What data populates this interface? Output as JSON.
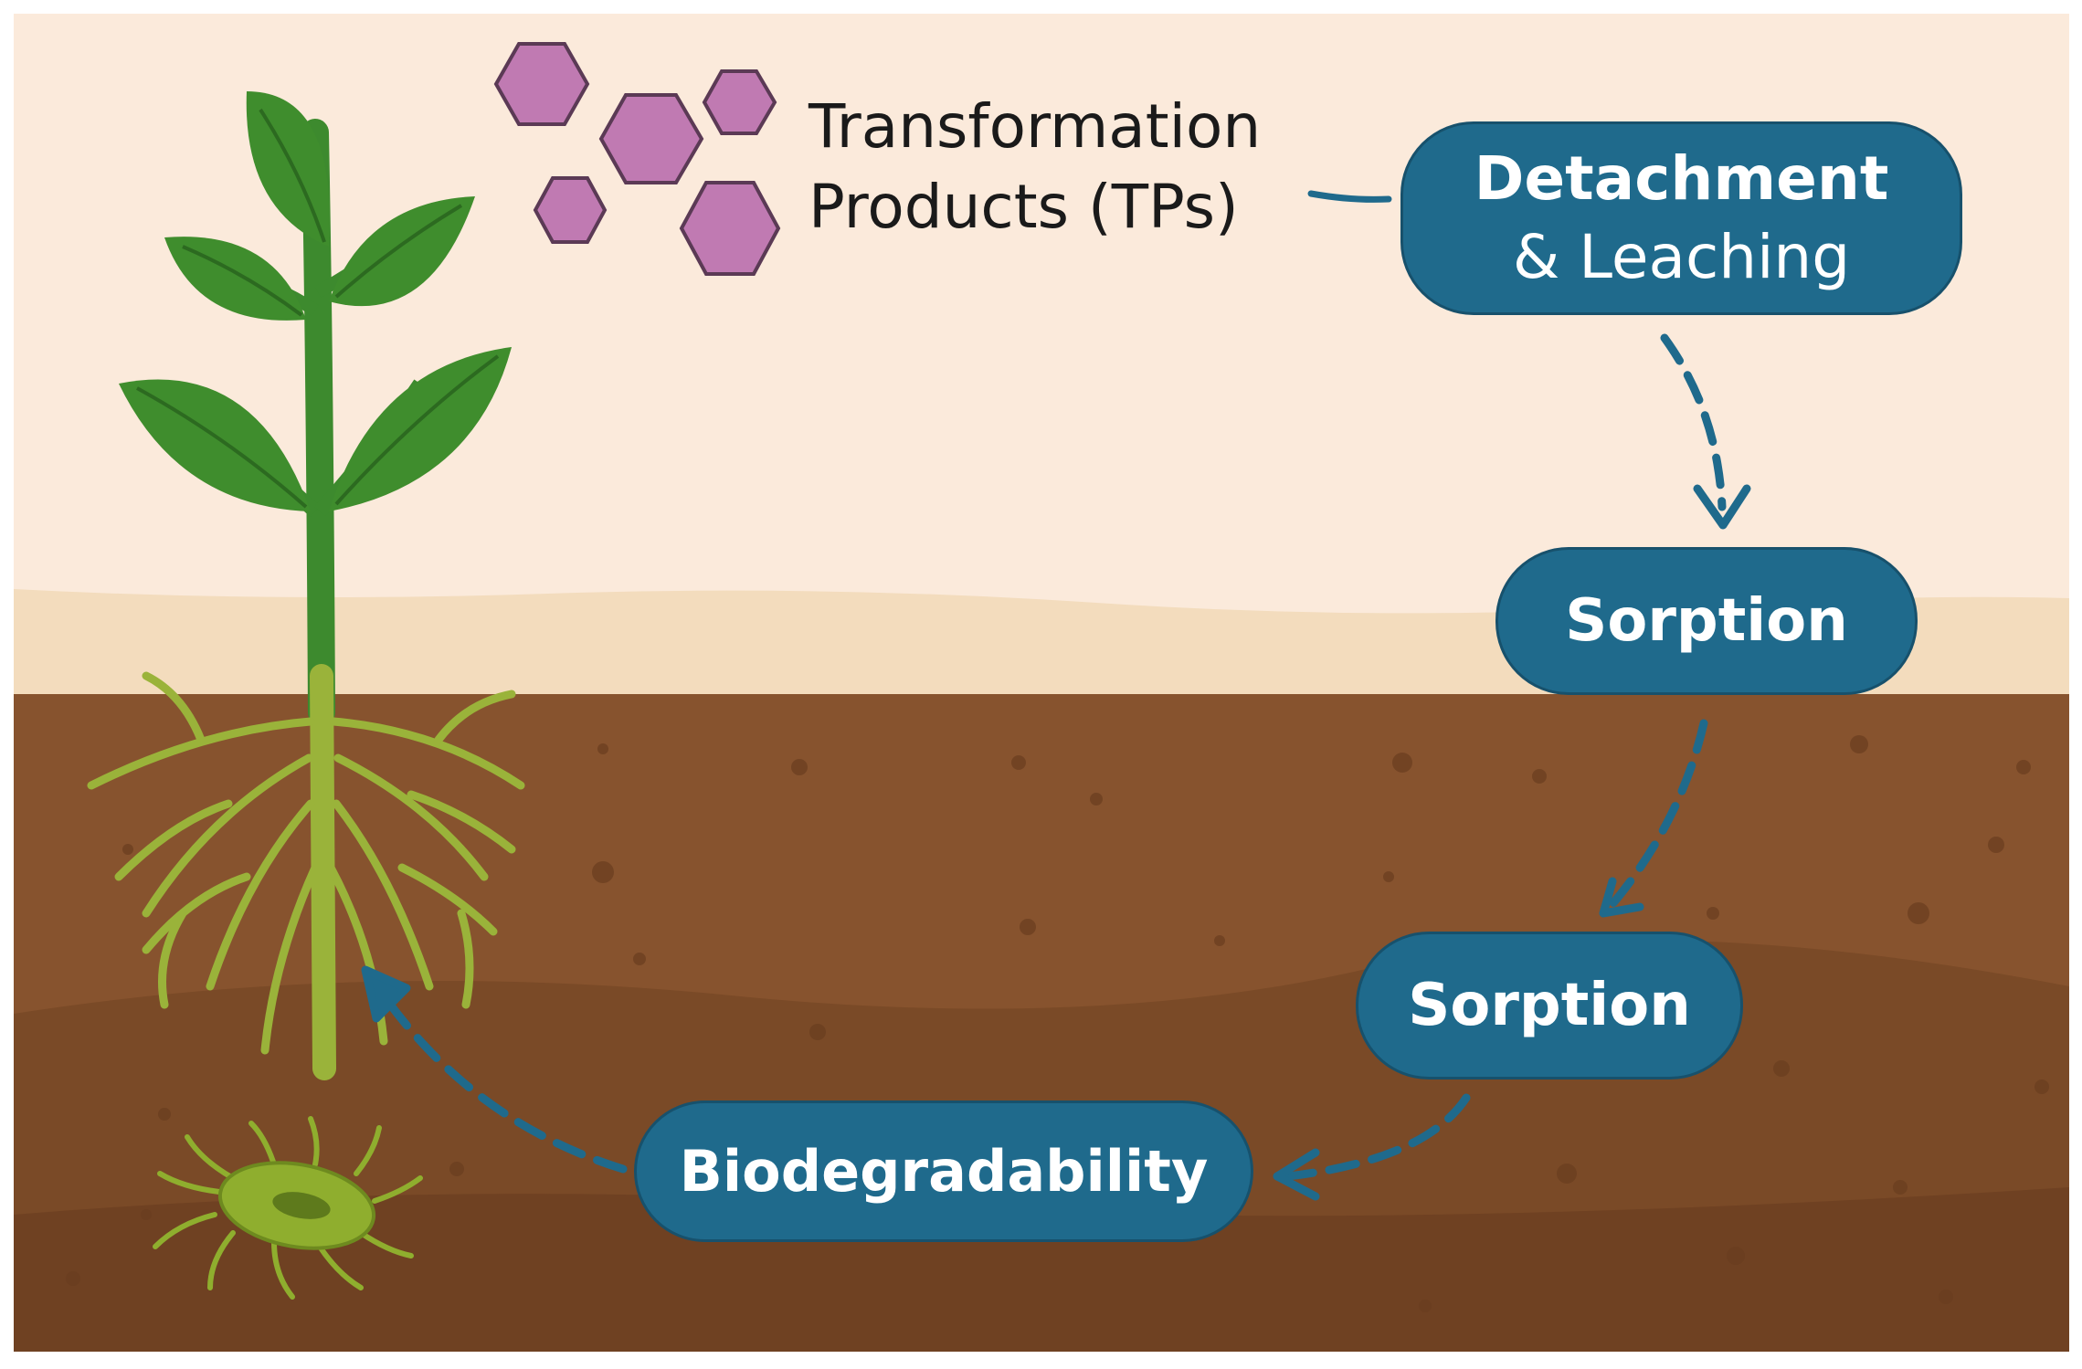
{
  "tp_label": {
    "line1": "Transformation",
    "line2": "Products (TPs)"
  },
  "nodes": {
    "detachment": {
      "line1": "Detachment",
      "line2": "& Leaching"
    },
    "sorption_upper": "Sorption",
    "sorption_lower": "Sorption",
    "biodegradability": "Biodegradability"
  },
  "colors": {
    "sky": "#fbeadb",
    "soil_band": "#f3dcbd",
    "soil": "#87532e",
    "soil_dark": "#6f4122",
    "node_fill": "#1f6a8c",
    "arrow": "#1f6a8c",
    "leaf": "#3d8a2e",
    "root": "#9ab33a",
    "hexagon": "#c07ab2",
    "microbe": "#8fae2e"
  },
  "icons": [
    "hexagon-molecule-icon",
    "plant-icon",
    "root-icon",
    "microbe-icon"
  ]
}
